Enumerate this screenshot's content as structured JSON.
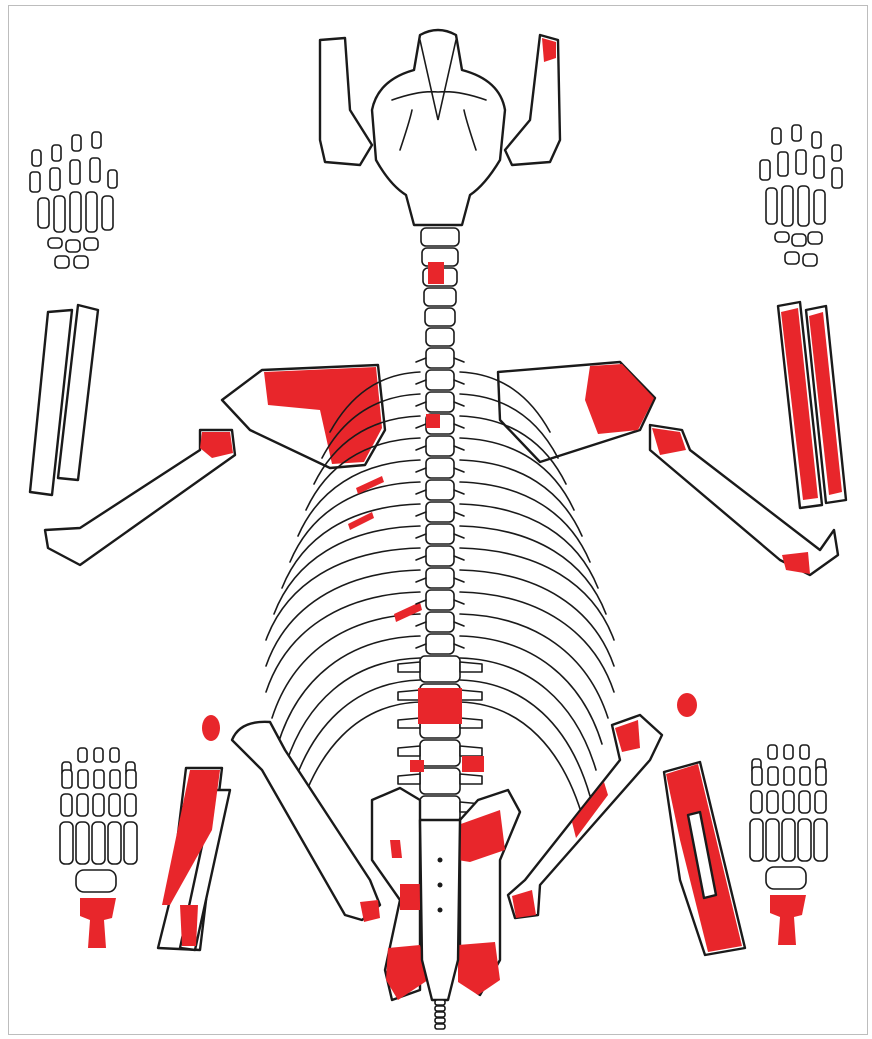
{
  "figure": {
    "caption": "",
    "colors": {
      "background": "#ffffff",
      "bone_outline": "#1a1a1a",
      "bone_fill": "#ffffff",
      "present_highlight": "#e8262b",
      "frame_border": "#bdbdbd"
    },
    "legend": "none",
    "elements_highlighted": [
      "left-atlas-tip",
      "cervical-vertebra",
      "left-scapula",
      "right-scapula",
      "left-humerus-proximal",
      "right-humerus-proximal",
      "right-humerus-distal",
      "right-radius",
      "right-ulna",
      "thoracic-vertebra",
      "ribs",
      "lumbar-vertebrae",
      "pelvis",
      "sacrum",
      "left-tibia",
      "right-tibia",
      "left-femur-head",
      "right-femur",
      "left-hind-foot",
      "right-hind-foot"
    ]
  }
}
